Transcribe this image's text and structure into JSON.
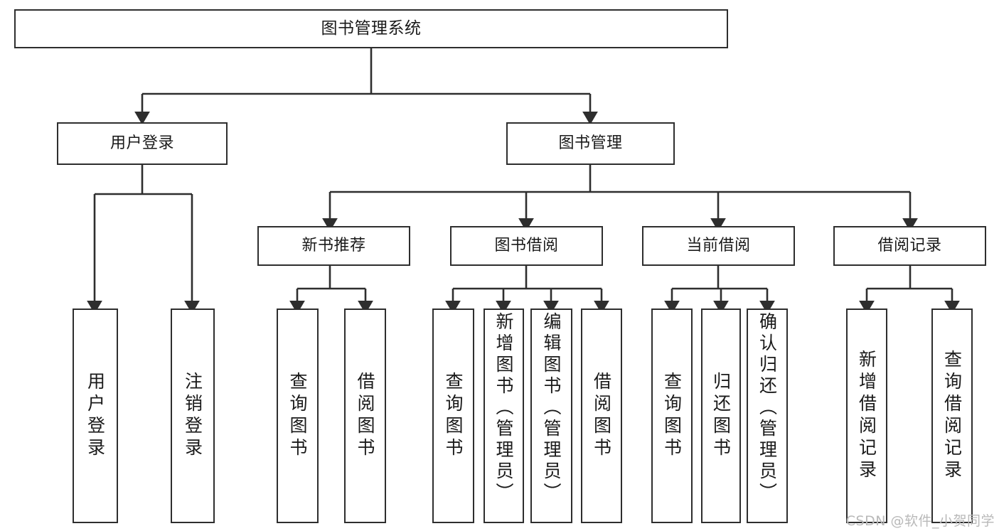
{
  "diagram": {
    "title": "图书管理系统",
    "type": "功能结构图",
    "root": {
      "label": "图书管理系统"
    },
    "level2": [
      {
        "label": "用户登录"
      },
      {
        "label": "图书管理"
      }
    ],
    "level3": [
      {
        "label": "新书推荐"
      },
      {
        "label": "图书借阅"
      },
      {
        "label": "当前借阅"
      },
      {
        "label": "借阅记录"
      }
    ],
    "leaves": [
      {
        "label": "用户登录",
        "parent": "用户登录"
      },
      {
        "label": "注销登录",
        "parent": "用户登录"
      },
      {
        "label": "查询图书",
        "parent": "新书推荐"
      },
      {
        "label": "借阅图书",
        "parent": "新书推荐"
      },
      {
        "label": "查询图书",
        "parent": "图书借阅"
      },
      {
        "label": "新增图书（管理员）",
        "parent": "图书借阅"
      },
      {
        "label": "编辑图书（管理员）",
        "parent": "图书借阅"
      },
      {
        "label": "借阅图书",
        "parent": "图书借阅"
      },
      {
        "label": "查询图书",
        "parent": "当前借阅"
      },
      {
        "label": "归还图书",
        "parent": "当前借阅"
      },
      {
        "label": "确认归还（管理员）",
        "parent": "当前借阅"
      },
      {
        "label": "新增借阅记录",
        "parent": "借阅记录"
      },
      {
        "label": "查询借阅记录",
        "parent": "借阅记录"
      }
    ]
  },
  "watermark": {
    "text": "CSDN @软件_小贺同学"
  },
  "colors": {
    "stroke": "#2e2e2e",
    "background": "#ffffff",
    "text": "#1a1a1a",
    "watermark": "#b9b9b9"
  }
}
